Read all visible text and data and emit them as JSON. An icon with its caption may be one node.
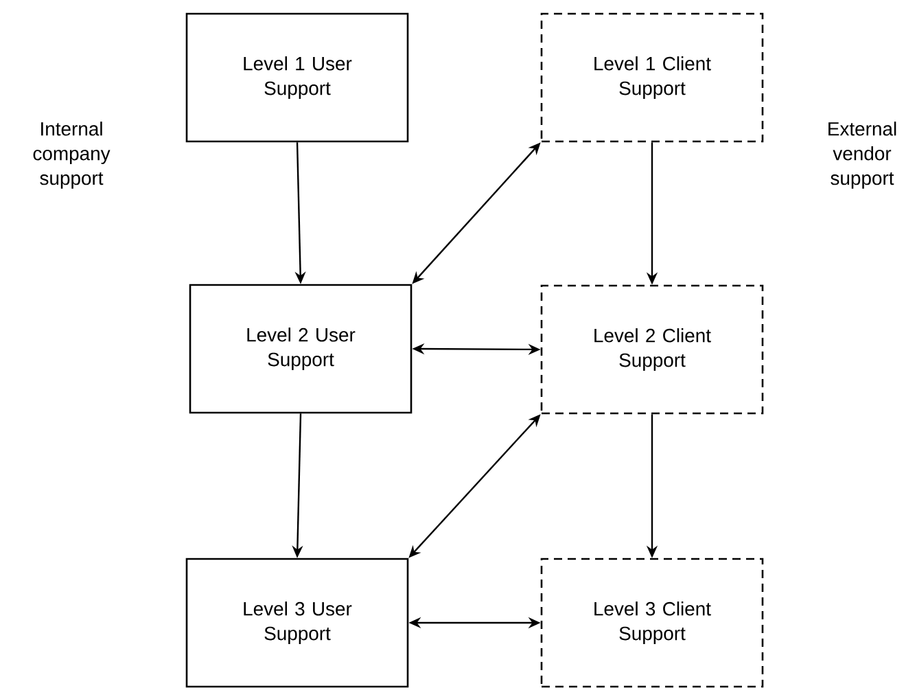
{
  "diagram": {
    "nodes": [
      {
        "text": [
          "Level 1 User Support"
        ]
      },
      {
        "text": [
          "Level 1 Client Support"
        ]
      },
      {
        "text": [
          "Level 2 User Support"
        ]
      },
      {
        "text": [
          "Level 2 Client Support"
        ]
      },
      {
        "text": [
          "Level 3 User Support"
        ]
      },
      {
        "text": [
          "Level 3 Client Support"
        ]
      }
    ],
    "edges": [
      {
        "from": 0,
        "to": 2,
        "arrow": "to"
      },
      {
        "from": 2,
        "to": 1,
        "arrow": "both"
      },
      {
        "from": 1,
        "to": 3,
        "arrow": "to"
      },
      {
        "from": 2,
        "to": 3,
        "arrow": "both"
      },
      {
        "from": 2,
        "to": 4,
        "arrow": "to"
      },
      {
        "from": 4,
        "to": 3,
        "arrow": "both"
      },
      {
        "from": 3,
        "to": 5,
        "arrow": "to"
      },
      {
        "from": 4,
        "to": 5,
        "arrow": "both"
      }
    ],
    "labels": [
      "Internal company support",
      "External vendor support"
    ]
  }
}
